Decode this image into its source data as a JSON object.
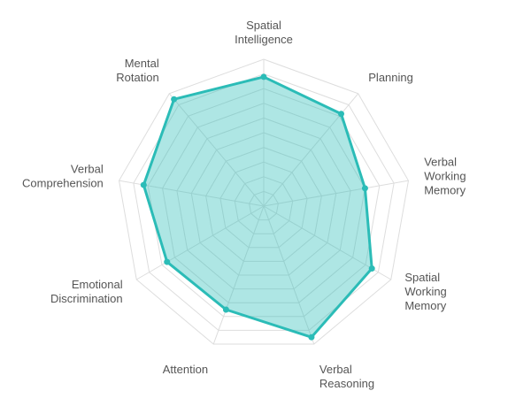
{
  "chart_data": {
    "type": "radar",
    "categories": [
      [
        "Spatial",
        "Intelligence"
      ],
      [
        "Planning"
      ],
      [
        "Verbal",
        "Working",
        "Memory"
      ],
      [
        "Spatial",
        "Working",
        "Memory"
      ],
      [
        "Verbal",
        "Reasoning"
      ],
      [
        "Attention"
      ],
      [
        "Emotional",
        "Discrimination"
      ],
      [
        "Verbal",
        "Comprehension"
      ],
      [
        "Mental",
        "Rotation"
      ]
    ],
    "series": [
      {
        "values": [
          88,
          82,
          70,
          85,
          95,
          75,
          76,
          83,
          95
        ]
      }
    ],
    "range": [
      0,
      100
    ],
    "ticks": [
      0,
      10,
      20,
      30,
      40,
      50,
      60,
      70,
      80,
      90,
      100
    ],
    "grid": true,
    "legend": "none",
    "colors": {
      "line": "#2bbcb7",
      "fill": "#2bbcb7",
      "grid": "#dddddd",
      "label": "#555555",
      "background": "#ffffff"
    }
  }
}
